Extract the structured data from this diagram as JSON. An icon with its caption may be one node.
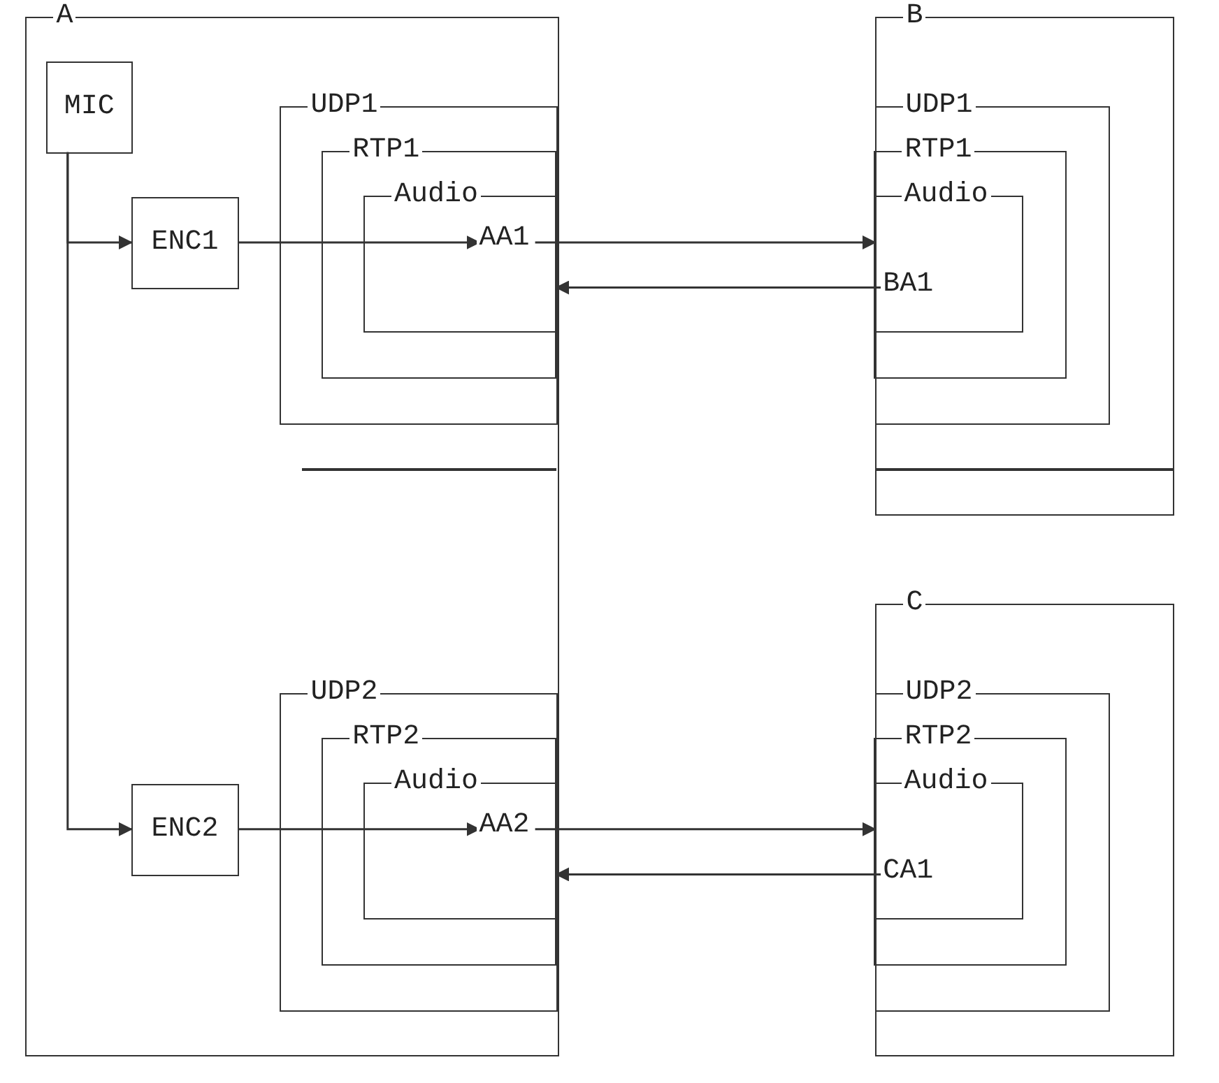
{
  "diagram": {
    "nodes": [
      {
        "text": [
          "A"
        ]
      },
      {
        "text": [
          "MIC"
        ],
        "in": 0
      },
      {
        "text": [
          "UDP1"
        ],
        "in": 0
      },
      {
        "text": [
          "RTP1"
        ],
        "in": 2
      },
      {
        "text": [
          "Audio"
        ],
        "in": 3
      },
      {
        "text": [
          "AA1"
        ],
        "in": 4
      },
      {
        "text": [
          "ENC1"
        ],
        "in": 0
      },
      {
        "text": [
          "B"
        ]
      },
      {
        "text": [
          "UDP1"
        ],
        "in": 7
      },
      {
        "text": [
          "RTP1"
        ],
        "in": 8
      },
      {
        "text": [
          "Audio"
        ],
        "in": 9
      },
      {
        "text": [
          "BA1"
        ],
        "in": 10
      },
      {
        "text": [
          "C"
        ]
      },
      {
        "text": [
          "UDP2"
        ],
        "in": 12
      },
      {
        "text": [
          "RTP2"
        ],
        "in": 13
      },
      {
        "text": [
          "Audio"
        ],
        "in": 14
      },
      {
        "text": [
          "CA1"
        ],
        "in": 15
      },
      {
        "text": [
          "UDP2"
        ],
        "in": 0
      },
      {
        "text": [
          "RTP2"
        ],
        "in": 17
      },
      {
        "text": [
          "Audio"
        ],
        "in": 18
      },
      {
        "text": [
          "AA2"
        ],
        "in": 19
      },
      {
        "text": [
          "ENC2"
        ],
        "in": 0
      }
    ],
    "edges": [
      {
        "from": 1,
        "to": 6,
        "arrow": "to"
      },
      {
        "from": 1,
        "to": 21,
        "arrow": "to"
      },
      {
        "from": 6,
        "to": 5,
        "arrow": "to"
      },
      {
        "from": 5,
        "to": 10,
        "arrow": "to"
      },
      {
        "from": 11,
        "to": 4,
        "arrow": "to"
      },
      {
        "from": 21,
        "to": 20,
        "arrow": "to"
      },
      {
        "from": 20,
        "to": 15,
        "arrow": "to"
      },
      {
        "from": 16,
        "to": 19,
        "arrow": "to"
      }
    ]
  }
}
